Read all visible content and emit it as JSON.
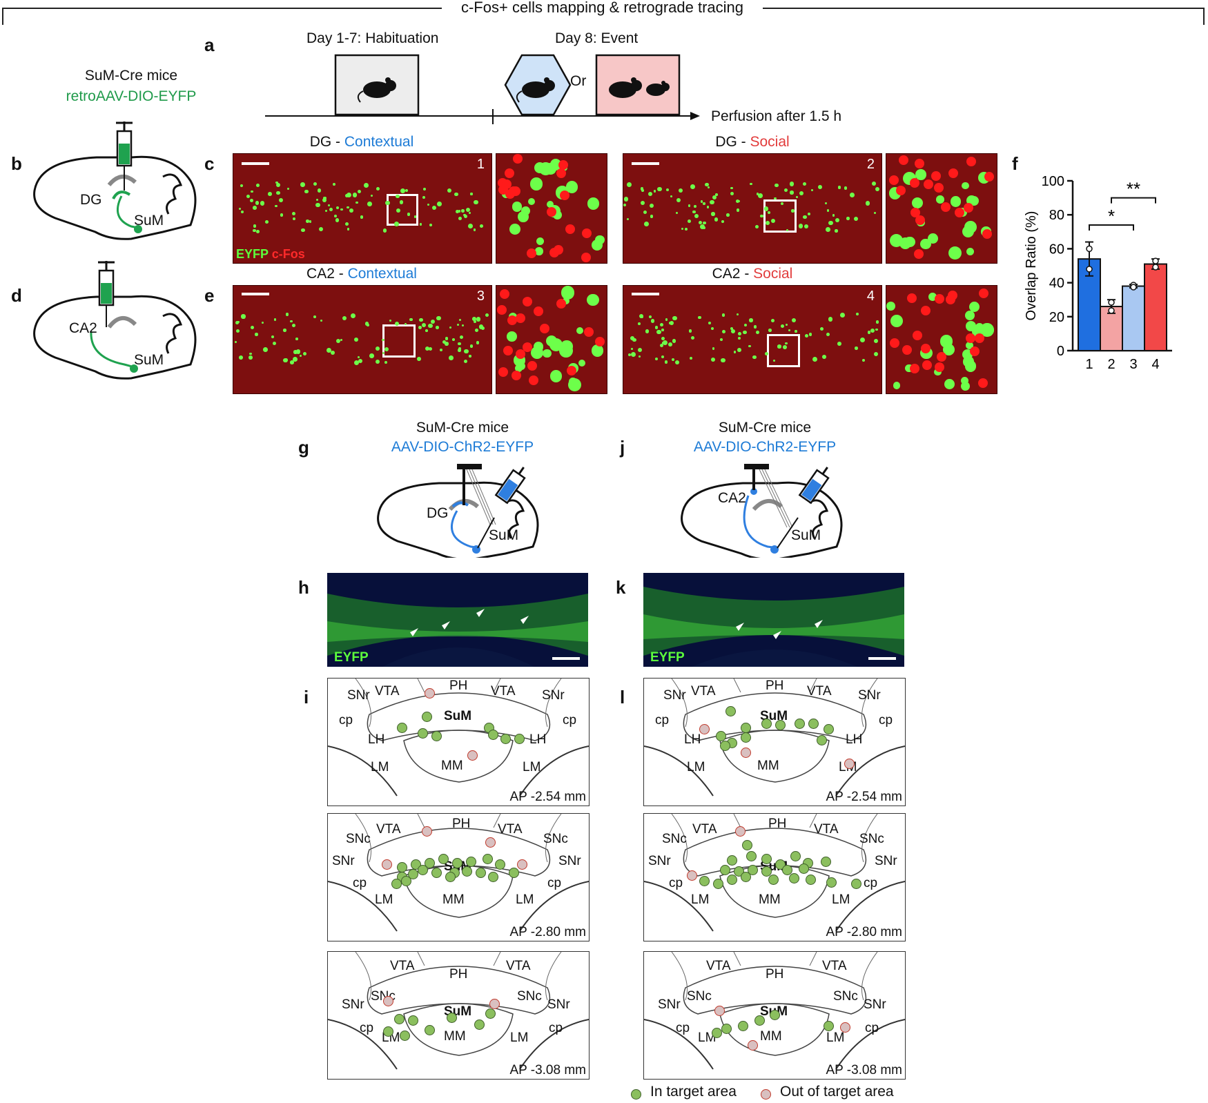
{
  "header": {
    "title": "c-Fos+ cells mapping & retrograde tracing"
  },
  "panel_labels": [
    "a",
    "b",
    "c",
    "d",
    "e",
    "f",
    "g",
    "h",
    "i",
    "j",
    "k",
    "l"
  ],
  "timeline": {
    "habituation": "Day 1-7: Habituation",
    "event": "Day 8: Event",
    "or": "Or",
    "perfusion": "Perfusion after 1.5 h"
  },
  "injection": {
    "mice": "SuM-Cre mice",
    "virus_retro": "retroAAV-DIO-EYFP",
    "virus_chr2": "AAV-DIO-ChR2-EYFP"
  },
  "brain_labels": {
    "dg": "DG",
    "ca2": "CA2",
    "sum": "SuM"
  },
  "micrographs": {
    "dg_contextual": {
      "region": "DG",
      "sep": " - ",
      "condition": "Contextual",
      "number": "1"
    },
    "dg_social": {
      "region": "DG",
      "sep": " - ",
      "condition": "Social",
      "number": "2"
    },
    "ca2_contextual": {
      "region": "CA2",
      "sep": " - ",
      "condition": "Contextual",
      "number": "3"
    },
    "ca2_social": {
      "region": "CA2",
      "sep": " - ",
      "condition": "Social",
      "number": "4"
    },
    "stain_eyfp": "EYFP",
    "stain_cfos": "c-Fos"
  },
  "eyfp_label": "EYFP",
  "atlas": {
    "regions": {
      "snr": "SNr",
      "snc": "SNc",
      "vta": "VTA",
      "ph": "PH",
      "sum": "SuM",
      "cp": "cp",
      "lh": "LH",
      "lm": "LM",
      "mm": "MM"
    },
    "ap1": "AP -2.54 mm",
    "ap2": "AP -2.80 mm",
    "ap3": "AP -3.08 mm"
  },
  "legend": {
    "in_target": "In target area",
    "out_target": "Out of target area"
  },
  "colors": {
    "green_text": "#1f9a4a",
    "blue_text": "#1d7bd6",
    "red_text": "#e23b3b"
  },
  "chart_data": {
    "type": "bar",
    "categories": [
      "1",
      "2",
      "3",
      "4"
    ],
    "values": [
      54,
      26,
      38,
      51
    ],
    "errors": [
      10,
      4,
      1,
      3
    ],
    "ylabel": "Overlap Ratio (%)",
    "ylim": [
      0,
      100
    ],
    "yticks": [
      0,
      20,
      40,
      60,
      80,
      100
    ],
    "bar_colors": [
      "#1f6fe0",
      "#f3a3a3",
      "#a9c8f2",
      "#f24848"
    ],
    "significance": [
      {
        "from": "1",
        "to": "3",
        "label": "*"
      },
      {
        "from": "2",
        "to": "4",
        "label": "**"
      }
    ]
  }
}
